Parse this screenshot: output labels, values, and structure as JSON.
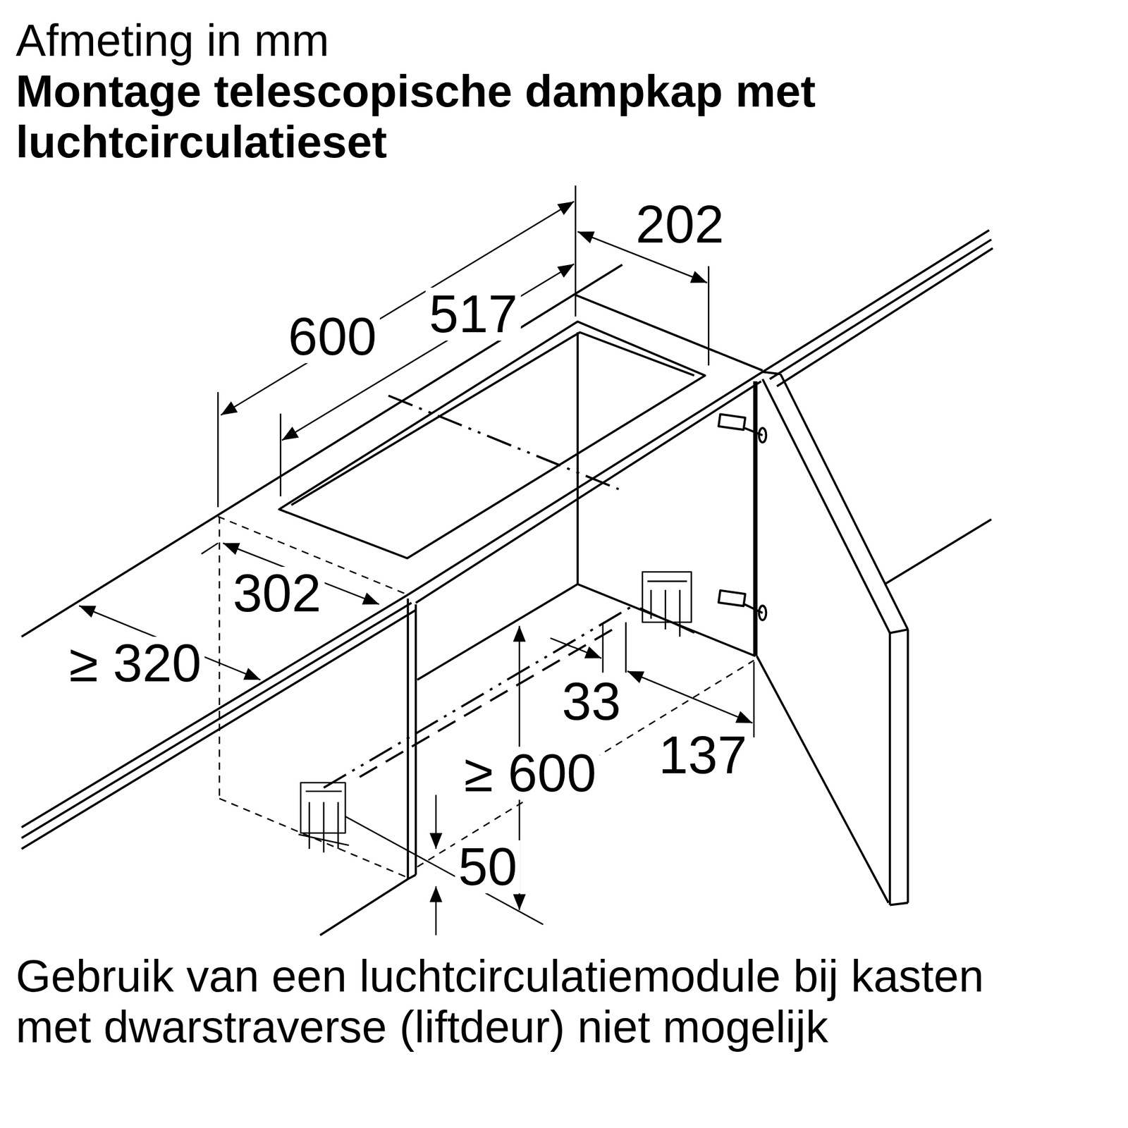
{
  "diagram": {
    "title": "Montage telescopische dampkap met luchtcirculatieset",
    "caption": "Gebruik van een luchtcirculatiemodule bij kasten met dwarstraverse (liftdeur) niet mogelijk",
    "labels": [
      "Afmeting in mm",
      "202",
      "600",
      "517",
      "302",
      "≥ 320",
      "33",
      "≥ 600",
      "137",
      "50"
    ]
  }
}
